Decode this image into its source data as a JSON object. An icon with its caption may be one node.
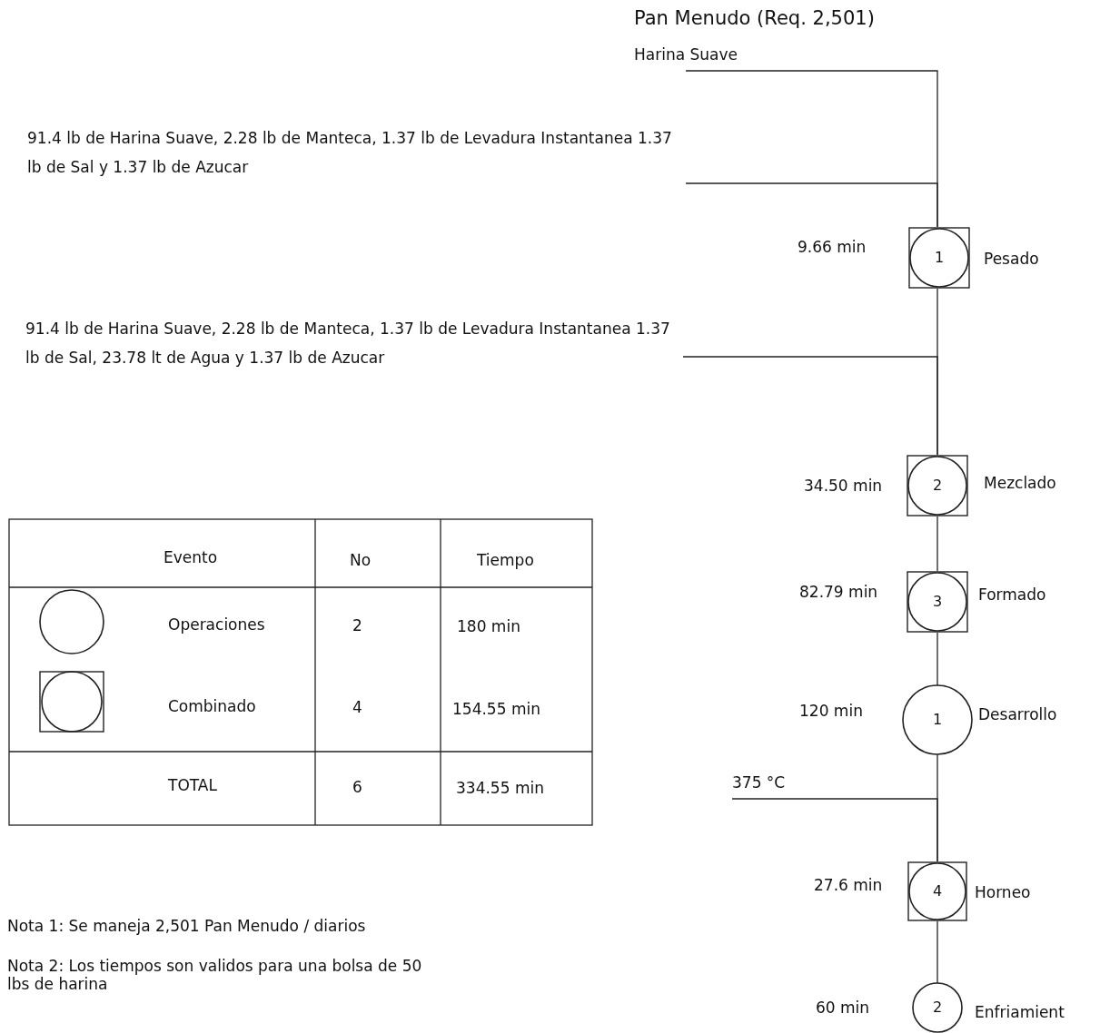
{
  "diagram": {
    "title": "Pan Menudo (Req. 2,501)",
    "nodes": [
      {
        "text": [
          "Harina Suave"
        ]
      },
      {
        "text": [
          "91.4 lb de Harina Suave, 2.28 lb de Manteca, 1.37 lb de Levadura Instantanea 1.37 lb de Sal y 1.37 lb de Azucar"
        ]
      },
      {
        "text": [
          "1"
        ],
        "beside": [
          "9.66 min",
          "Pesado"
        ]
      },
      {
        "text": [
          "91.4 lb de Harina Suave, 2.28 lb de Manteca, 1.37 lb de Levadura Instantanea 1.37 lb de Sal, 23.78 lt de Agua y 1.37 lb de Azucar"
        ]
      },
      {
        "text": [
          "2"
        ],
        "beside": [
          "34.50 min",
          "Mezclado"
        ]
      },
      {
        "text": [
          "3"
        ],
        "beside": [
          "82.79 min",
          "Formado"
        ]
      },
      {
        "text": [
          "1"
        ],
        "beside": [
          "120 min",
          "Desarrollo"
        ]
      },
      {
        "text": [
          "375 °C"
        ]
      },
      {
        "text": [
          "4"
        ],
        "beside": [
          "27.6 min",
          "Horneo"
        ]
      },
      {
        "text": [
          "2"
        ],
        "beside": [
          "60 min",
          "Enfriamient"
        ]
      }
    ],
    "edges": [
      {
        "from": 0,
        "to": 2,
        "arrow": "none"
      },
      {
        "from": 1,
        "to": 2,
        "arrow": "none"
      },
      {
        "from": 2,
        "to": 4,
        "arrow": "none"
      },
      {
        "from": 3,
        "to": 4,
        "arrow": "none"
      },
      {
        "from": 4,
        "to": 5,
        "arrow": "none"
      },
      {
        "from": 5,
        "to": 6,
        "arrow": "none"
      },
      {
        "from": 6,
        "to": 8,
        "arrow": "none"
      },
      {
        "from": 7,
        "to": 8,
        "arrow": "none"
      },
      {
        "from": 8,
        "to": 9,
        "arrow": "none"
      }
    ],
    "labels": [
      "Evento",
      "No",
      "Tiempo",
      "Operaciones",
      "2",
      "180 min",
      "Combinado",
      "4",
      "154.55 min",
      "TOTAL",
      "6",
      "334.55 min",
      "Nota 1: Se maneja 2,501 Pan Menudo / diarios",
      "Nota 2: Los tiempos son validos para una bolsa de 50 lbs de harina"
    ]
  }
}
